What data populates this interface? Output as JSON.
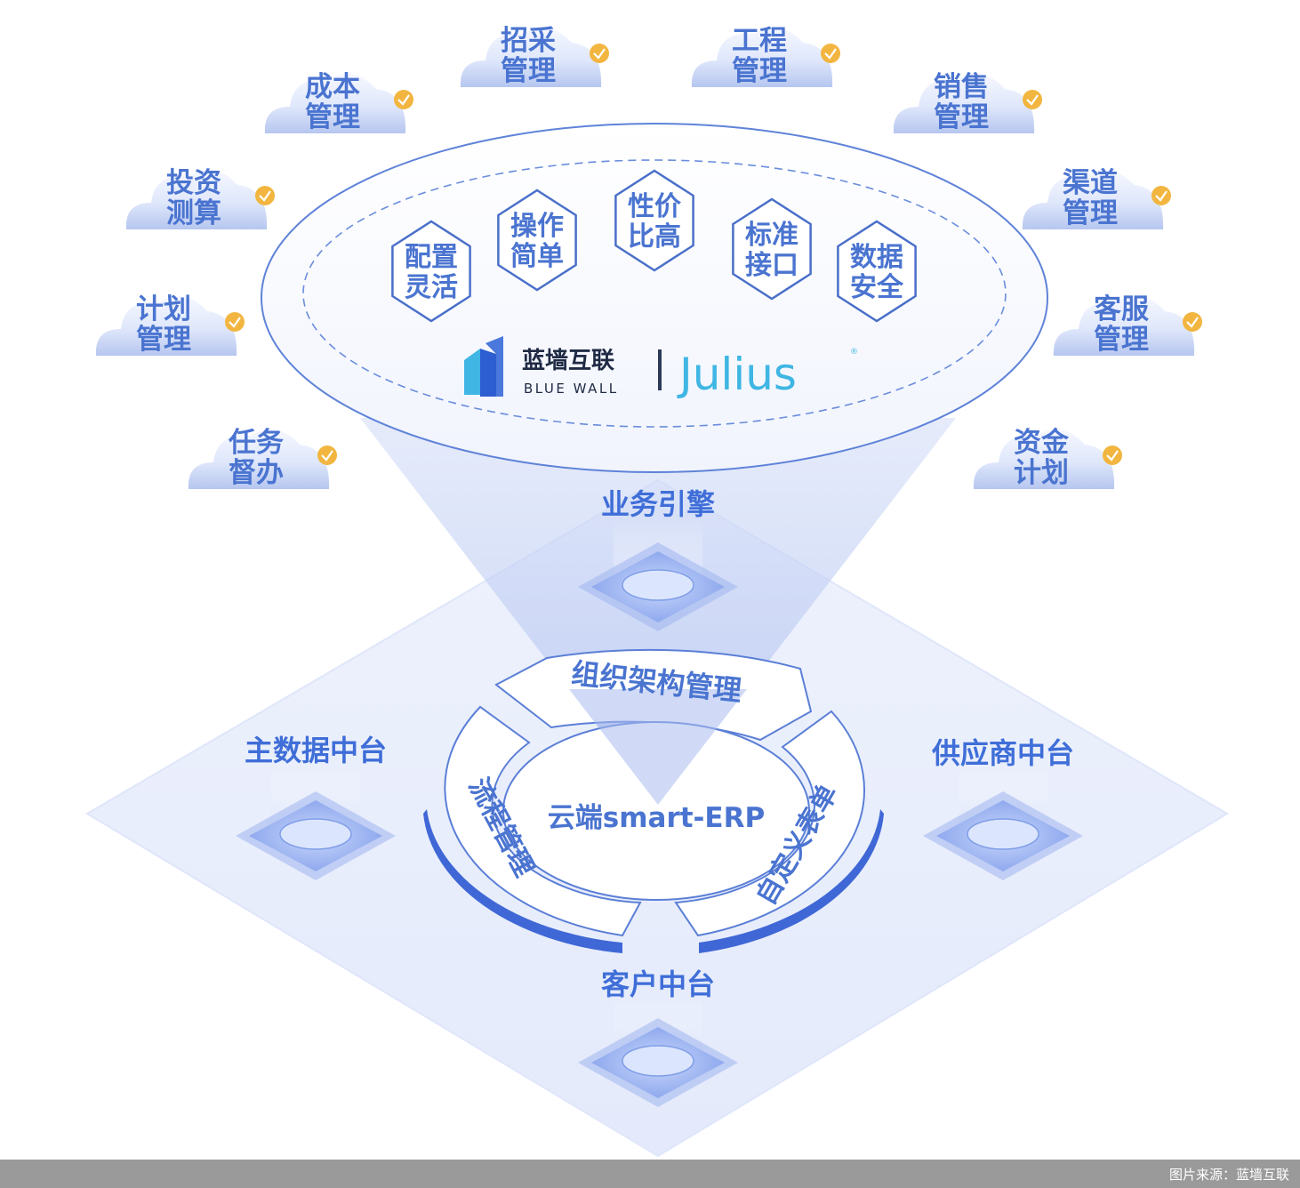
{
  "colors": {
    "primary": "#3f6ed8",
    "text_blue": "#4a74d0",
    "cloud_light": "#e9eefc",
    "cloud_mid": "#b9c8f1",
    "check_orange": "#f2b640",
    "plane": "#e7ecfb",
    "julius_cyan": "#3fb6e3",
    "footer_bg": "#9a9a9a"
  },
  "clouds": [
    {
      "id": "zhaocai",
      "line1": "招采",
      "line2": "管理"
    },
    {
      "id": "gongcheng",
      "line1": "工程",
      "line2": "管理"
    },
    {
      "id": "chengben",
      "line1": "成本",
      "line2": "管理"
    },
    {
      "id": "xiaoshou",
      "line1": "销售",
      "line2": "管理"
    },
    {
      "id": "touzi",
      "line1": "投资",
      "line2": "测算"
    },
    {
      "id": "qudao",
      "line1": "渠道",
      "line2": "管理"
    },
    {
      "id": "jihua",
      "line1": "计划",
      "line2": "管理"
    },
    {
      "id": "kefu",
      "line1": "客服",
      "line2": "管理"
    },
    {
      "id": "renwu",
      "line1": "任务",
      "line2": "督办"
    },
    {
      "id": "zijin",
      "line1": "资金",
      "line2": "计划"
    }
  ],
  "features": [
    {
      "line1": "配置",
      "line2": "灵活"
    },
    {
      "line1": "操作",
      "line2": "简单"
    },
    {
      "line1": "性价",
      "line2": "比高"
    },
    {
      "line1": "标准",
      "line2": "接口"
    },
    {
      "line1": "数据",
      "line2": "安全"
    }
  ],
  "brand": {
    "name_cn": "蓝墙互联",
    "name_en": "BLUE WALL",
    "product": "Julius",
    "registered": "®"
  },
  "platforms": {
    "top": "业务引擎",
    "left": "主数据中台",
    "right": "供应商中台",
    "bottom": "客户中台"
  },
  "ring": {
    "center": "云端smart-ERP",
    "top": "组织架构管理",
    "left": "流程管理",
    "right": "自定义表单"
  },
  "footer": "图片来源：蓝墙互联"
}
